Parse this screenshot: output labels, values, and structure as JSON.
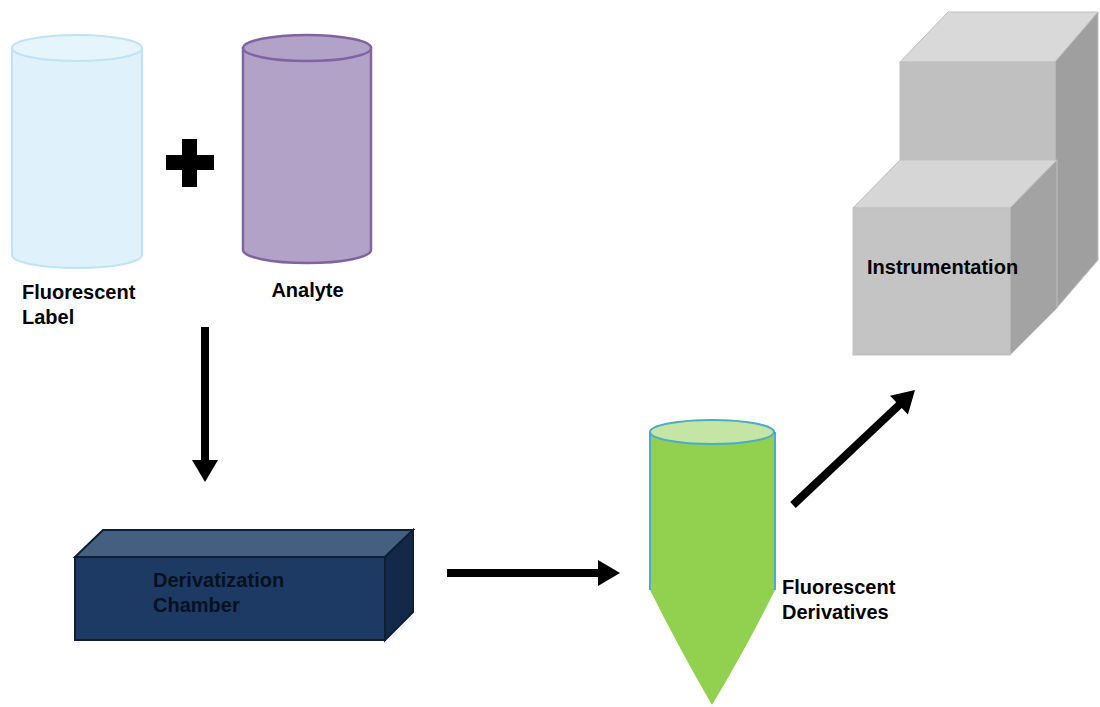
{
  "diagram": {
    "nodes": [
      {
        "text": [
          "Fluorescent Label"
        ]
      },
      {
        "text": [
          "Analyte"
        ]
      },
      {
        "text": [
          "Derivatization Chamber"
        ]
      },
      {
        "text": [
          "Fluorescent Derivatives"
        ]
      },
      {
        "text": [
          "Instrumentation"
        ]
      }
    ],
    "edges": [
      {
        "from": 0,
        "to": 2,
        "arrow": "to"
      },
      {
        "from": 2,
        "to": 3,
        "arrow": "to"
      },
      {
        "from": 3,
        "to": 4,
        "arrow": "to"
      }
    ]
  }
}
